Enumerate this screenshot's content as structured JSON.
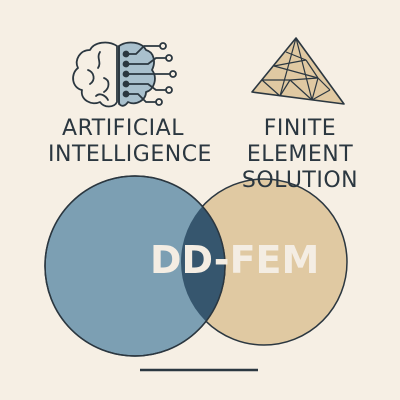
{
  "labels": {
    "left": [
      "ARTIFICIAL",
      "INTELLIGENCE"
    ],
    "right": [
      "FINITE",
      "ELEMENT",
      "SOLUTION"
    ],
    "intersection": "DD-FEM"
  },
  "icons": {
    "left": "brain-circuit-icon",
    "right": "triangular-mesh-icon"
  },
  "colors": {
    "background": "#f6efe4",
    "left_circle": "#7c9fb3",
    "right_circle": "#e0c9a2",
    "intersection": "#36566e",
    "text": "#2b3740",
    "intersection_text": "#f4ede3"
  }
}
